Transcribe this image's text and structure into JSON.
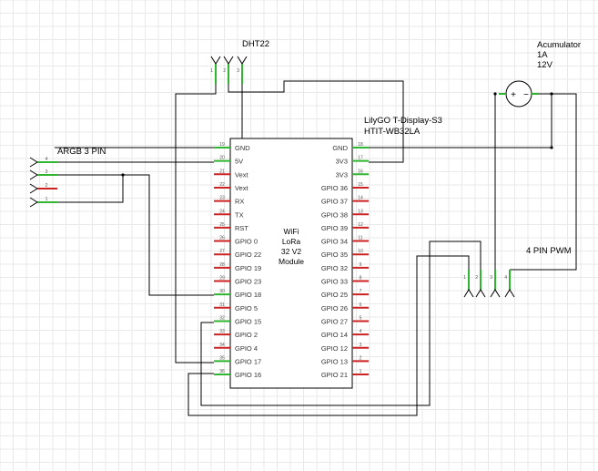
{
  "labels": {
    "dht22": "DHT22",
    "accumulator_line1": "Acumulator",
    "accumulator_line2": "1A",
    "accumulator_line3": "12V",
    "board_line1": "LilyGO T-Display-S3",
    "board_line2": "HTIT-WB32LA",
    "argb": "ARGB 3 PIN",
    "pwm": "4 PIN PWM"
  },
  "module": {
    "line1": "WiFi",
    "line2": "LoRa",
    "line3": "32 V2",
    "line4": "Module"
  },
  "pins": {
    "left": [
      {
        "num": "19",
        "label": "GND",
        "color": "#2fb52f"
      },
      {
        "num": "20",
        "label": "5V",
        "color": "#2fb52f"
      },
      {
        "num": "21",
        "label": "Vext",
        "color": "#cc2222"
      },
      {
        "num": "22",
        "label": "Vext",
        "color": "#cc2222"
      },
      {
        "num": "23",
        "label": "RX",
        "color": "#cc2222"
      },
      {
        "num": "24",
        "label": "TX",
        "color": "#cc2222"
      },
      {
        "num": "25",
        "label": "RST",
        "color": "#cc2222"
      },
      {
        "num": "26",
        "label": "GPIO 0",
        "color": "#cc2222"
      },
      {
        "num": "27",
        "label": "GPIO 22",
        "color": "#cc2222"
      },
      {
        "num": "28",
        "label": "GPIO 19",
        "color": "#cc2222"
      },
      {
        "num": "29",
        "label": "GPIO 23",
        "color": "#cc2222"
      },
      {
        "num": "30",
        "label": "GPIO 18",
        "color": "#2fb52f"
      },
      {
        "num": "31",
        "label": "GPIO 5",
        "color": "#cc2222"
      },
      {
        "num": "32",
        "label": "GPIO 15",
        "color": "#2fb52f"
      },
      {
        "num": "33",
        "label": "GPIO 2",
        "color": "#cc2222"
      },
      {
        "num": "34",
        "label": "GPIO 4",
        "color": "#cc2222"
      },
      {
        "num": "35",
        "label": "GPIO 17",
        "color": "#2fb52f"
      },
      {
        "num": "36",
        "label": "GPIO 16",
        "color": "#2fb52f"
      }
    ],
    "right": [
      {
        "num": "18",
        "label": "GND",
        "color": "#2fb52f"
      },
      {
        "num": "17",
        "label": "3V3",
        "color": "#2fb52f"
      },
      {
        "num": "16",
        "label": "3V3",
        "color": "#2fb52f"
      },
      {
        "num": "15",
        "label": "GPIO 36",
        "color": "#cc2222"
      },
      {
        "num": "14",
        "label": "GPIO 37",
        "color": "#cc2222"
      },
      {
        "num": "13",
        "label": "GPIO 38",
        "color": "#cc2222"
      },
      {
        "num": "12",
        "label": "GPIO 39",
        "color": "#cc2222"
      },
      {
        "num": "11",
        "label": "GPIO 34",
        "color": "#cc2222"
      },
      {
        "num": "10",
        "label": "GPIO 35",
        "color": "#cc2222"
      },
      {
        "num": "9",
        "label": "GPIO 32",
        "color": "#cc2222"
      },
      {
        "num": "8",
        "label": "GPIO 33",
        "color": "#cc2222"
      },
      {
        "num": "7",
        "label": "GPIO 25",
        "color": "#cc2222"
      },
      {
        "num": "6",
        "label": "GPIO 26",
        "color": "#cc2222"
      },
      {
        "num": "5",
        "label": "GPIO 27",
        "color": "#cc2222"
      },
      {
        "num": "4",
        "label": "GPIO 14",
        "color": "#cc2222"
      },
      {
        "num": "3",
        "label": "GPIO 12",
        "color": "#cc2222"
      },
      {
        "num": "2",
        "label": "GPIO 13",
        "color": "#cc2222"
      },
      {
        "num": "1",
        "label": "GPIO 21",
        "color": "#cc2222"
      }
    ]
  },
  "argb_connector": {
    "pins": [
      {
        "num": "4",
        "color": "#2fb52f"
      },
      {
        "num": "3",
        "color": "#2fb52f"
      },
      {
        "num": "2",
        "color": "#cc2222"
      },
      {
        "num": "1",
        "color": "#2fb52f"
      }
    ]
  },
  "dht22_connector": {
    "pins": [
      {
        "num": "1",
        "color": "#2fb52f"
      },
      {
        "num": "2",
        "color": "#2fb52f"
      },
      {
        "num": "3",
        "color": "#2fb52f"
      }
    ]
  },
  "pwm_connector": {
    "pins": [
      {
        "num": "1",
        "color": "#2fb52f"
      },
      {
        "num": "2",
        "color": "#2fb52f"
      },
      {
        "num": "3",
        "color": "#2fb52f"
      },
      {
        "num": "4",
        "color": "#2fb52f"
      }
    ]
  },
  "battery": {
    "plus": "+",
    "minus": "−"
  }
}
